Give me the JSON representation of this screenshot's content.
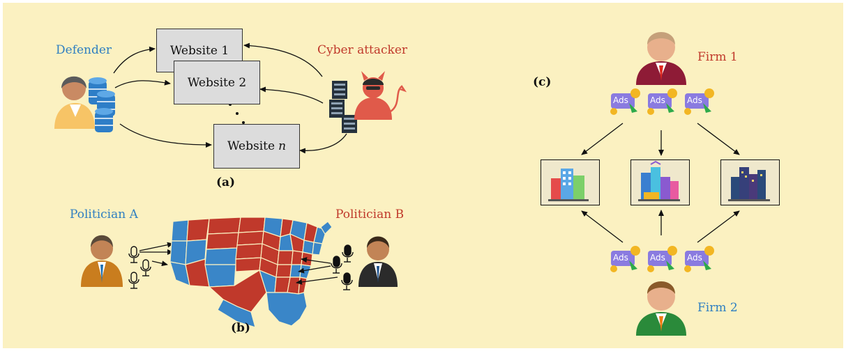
{
  "panel_a": {
    "tag": "(a)",
    "defender_label": "Defender",
    "attacker_label": "Cyber attacker",
    "websites": [
      "Website 1",
      "Website 2"
    ],
    "website_n_prefix": "Website",
    "website_n_var": "n"
  },
  "panel_b": {
    "tag": "(b)",
    "politician_a_label": "Politician A",
    "politician_b_label": "Politician B"
  },
  "panel_c": {
    "tag": "(c)",
    "firm1_label": "Firm 1",
    "firm2_label": "Firm 2",
    "ad_label": "Ads"
  },
  "colors": {
    "background": "#fbf1c1",
    "blue_label": "#2f7fc1",
    "red_label": "#c0392b",
    "map_red": "#c0392b",
    "map_blue": "#3a86c8"
  }
}
